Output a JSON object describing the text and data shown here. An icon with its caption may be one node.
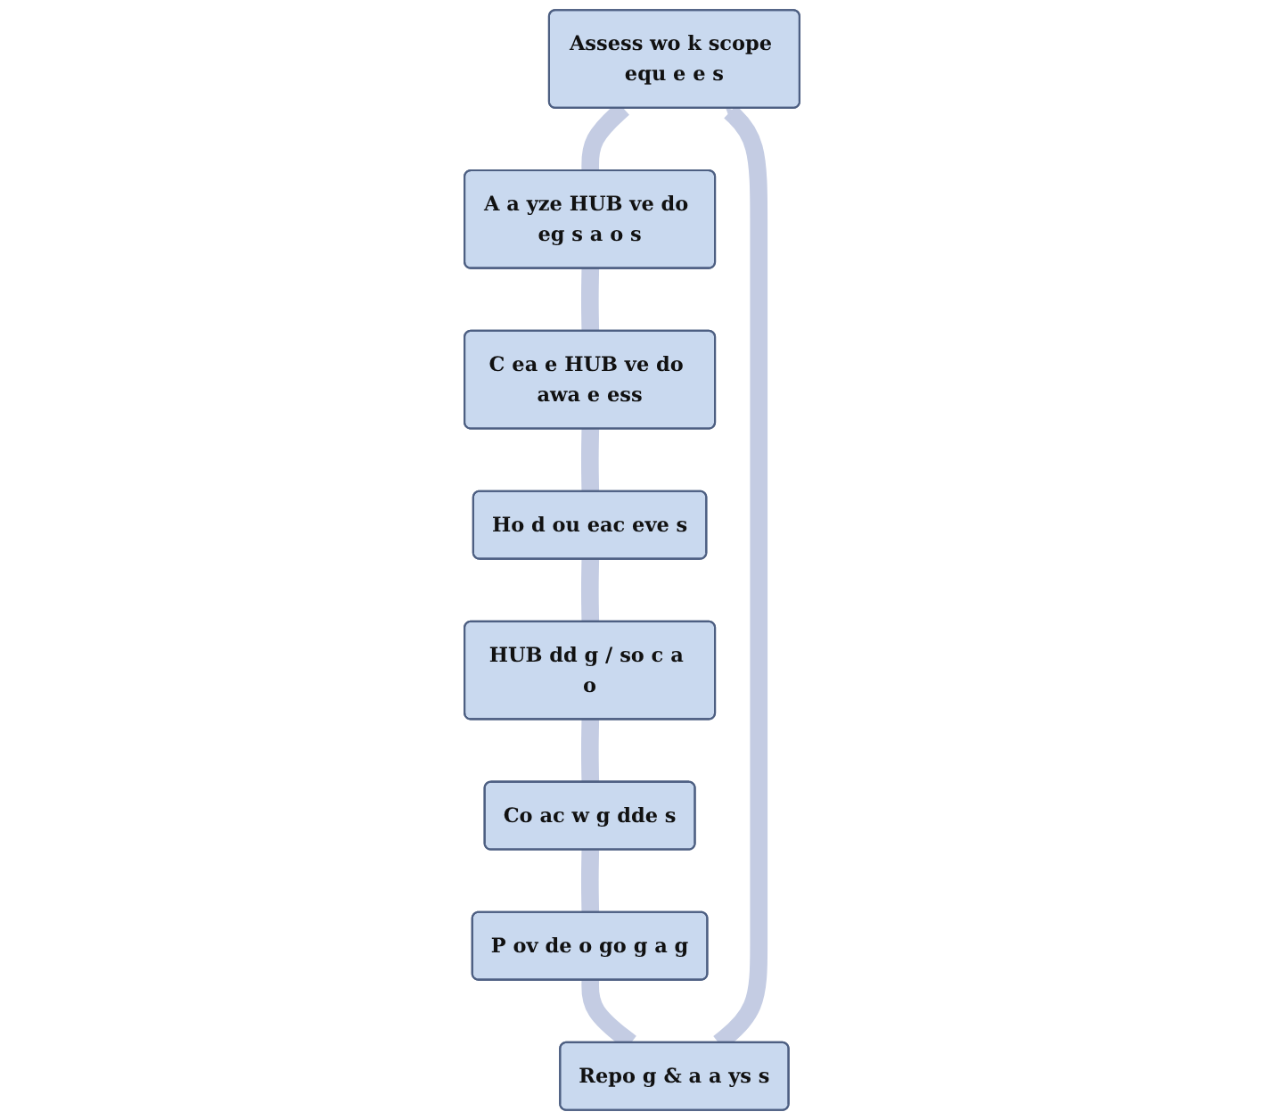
{
  "diagram": {
    "nodes": [
      {
        "text": [
          "Assess wo k scope equ e e s"
        ]
      },
      {
        "text": [
          "A a yze HUB ve do eg s a o s"
        ]
      },
      {
        "text": [
          "C ea e HUB ve do awa e ess"
        ]
      },
      {
        "text": [
          "Ho d ou eac eve s"
        ]
      },
      {
        "text": [
          "HUB dd g / so c a o"
        ]
      },
      {
        "text": [
          "Co ac w g dde s"
        ]
      },
      {
        "text": [
          "P ov de o go g a g"
        ]
      },
      {
        "text": [
          "Repo g & a a ys s"
        ]
      }
    ],
    "edges": [
      {
        "from": 0,
        "to": 1,
        "arrow": "none"
      },
      {
        "from": 1,
        "to": 2,
        "arrow": "none"
      },
      {
        "from": 2,
        "to": 3,
        "arrow": "none"
      },
      {
        "from": 3,
        "to": 4,
        "arrow": "none"
      },
      {
        "from": 4,
        "to": 5,
        "arrow": "none"
      },
      {
        "from": 5,
        "to": 6,
        "arrow": "none"
      },
      {
        "from": 6,
        "to": 7,
        "arrow": "none"
      },
      {
        "from": 7,
        "to": 0,
        "arrow": "to"
      }
    ]
  }
}
